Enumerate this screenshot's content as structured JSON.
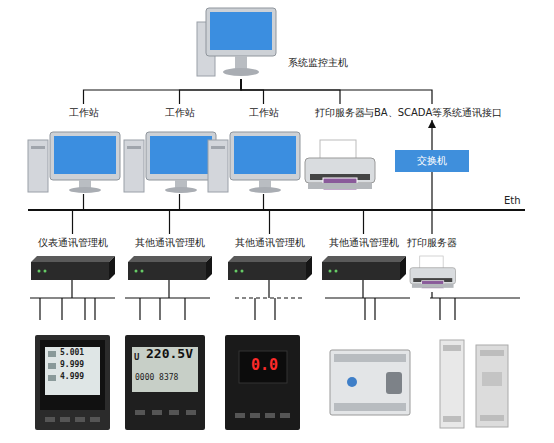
{
  "diagram": {
    "nodes": [
      {
        "text": [
          "系统监控主机"
        ]
      },
      {
        "text": [
          "工作站"
        ]
      },
      {
        "text": [
          "工作站"
        ]
      },
      {
        "text": [
          "工作站"
        ]
      },
      {
        "text": [
          "打印服务器"
        ]
      },
      {
        "text": [
          "与BA、SCADA等系统通讯接口"
        ]
      },
      {
        "text": [
          "交换机"
        ]
      },
      {
        "text": [
          "Eth"
        ]
      },
      {
        "text": [
          "仪表通讯管理机"
        ]
      },
      {
        "text": [
          "其他通讯管理机"
        ]
      },
      {
        "text": [
          "其他通讯管理机"
        ]
      },
      {
        "text": [
          "其他通讯管理机"
        ]
      },
      {
        "text": [
          "打印服务器"
        ]
      }
    ],
    "edges": [
      {
        "from": 0,
        "to": 1,
        "arrow": "none"
      },
      {
        "from": 0,
        "to": 2,
        "arrow": "none"
      },
      {
        "from": 0,
        "to": 3,
        "arrow": "none"
      },
      {
        "from": 0,
        "to": 4,
        "arrow": "none"
      },
      {
        "from": 0,
        "to": 5,
        "arrow": "none"
      },
      {
        "from": 6,
        "to": 5,
        "arrow": "to"
      },
      {
        "from": 1,
        "to": 7,
        "arrow": "none"
      },
      {
        "from": 2,
        "to": 7,
        "arrow": "none"
      },
      {
        "from": 3,
        "to": 7,
        "arrow": "none"
      },
      {
        "from": 6,
        "to": 7,
        "arrow": "none"
      },
      {
        "from": 7,
        "to": 8,
        "arrow": "none"
      },
      {
        "from": 7,
        "to": 9,
        "arrow": "none"
      },
      {
        "from": 7,
        "to": 10,
        "arrow": "none"
      },
      {
        "from": 7,
        "to": 11,
        "arrow": "none"
      },
      {
        "from": 7,
        "to": 12,
        "arrow": "none"
      }
    ],
    "labels": [
      "5.001",
      "9.999",
      "4.999",
      "U",
      "220.5V",
      "0000 8378",
      "0.0"
    ]
  }
}
